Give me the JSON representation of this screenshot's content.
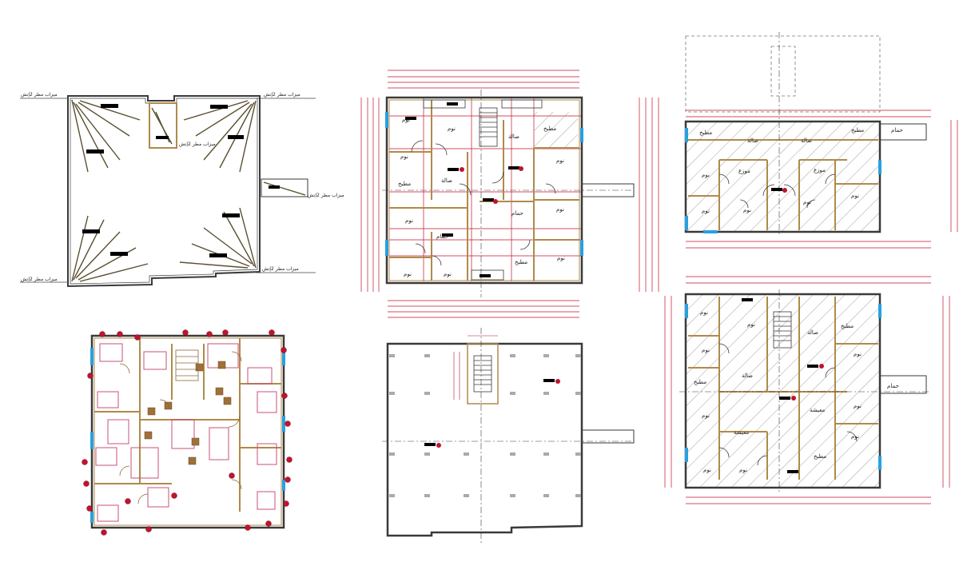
{
  "drawing": {
    "roof_plan": {
      "spout_labels": [
        "ميزاب مطر 2إنش",
        "ميزاب مطر 2إنش",
        "ميزاب مطر 2إنش",
        "ميزاب مطر 2إنش",
        "ميزاب مطر 2إنش",
        "ميزاب مطر 2إنش"
      ]
    },
    "upper_floor_plan": {
      "rooms": [
        "نوم",
        "نوم",
        "نوم",
        "نوم",
        "نوم",
        "نوم",
        "نوم",
        "مطبخ",
        "مطبخ",
        "مطبخ",
        "صالة",
        "صالة",
        "حمام",
        "حمام"
      ]
    },
    "right_top_plan": {
      "rooms": [
        "مطبخ",
        "صالة",
        "صالة",
        "مطبخ",
        "حمام",
        "نوم",
        "نوم",
        "نوم",
        "نوم",
        "نوم",
        "موزع",
        "موزع"
      ]
    },
    "right_bottom_plan": {
      "rooms": [
        "نوم",
        "نوم",
        "نوم",
        "نوم",
        "نوم",
        "نوم",
        "نوم",
        "نوم",
        "نوم",
        "صالة",
        "صالة",
        "مطبخ",
        "مطبخ",
        "مطبخ",
        "معيشة",
        "معيشة",
        "حمام"
      ]
    },
    "colors": {
      "wall": "#3a3a3a",
      "grid_red": "#c0142c",
      "wall_brown": "#b08a4a",
      "hatch": "#8a8a8a",
      "glass_blue": "#29a0e0",
      "furniture_pink": "#c8507a",
      "furniture_gold": "#a0703a"
    }
  }
}
